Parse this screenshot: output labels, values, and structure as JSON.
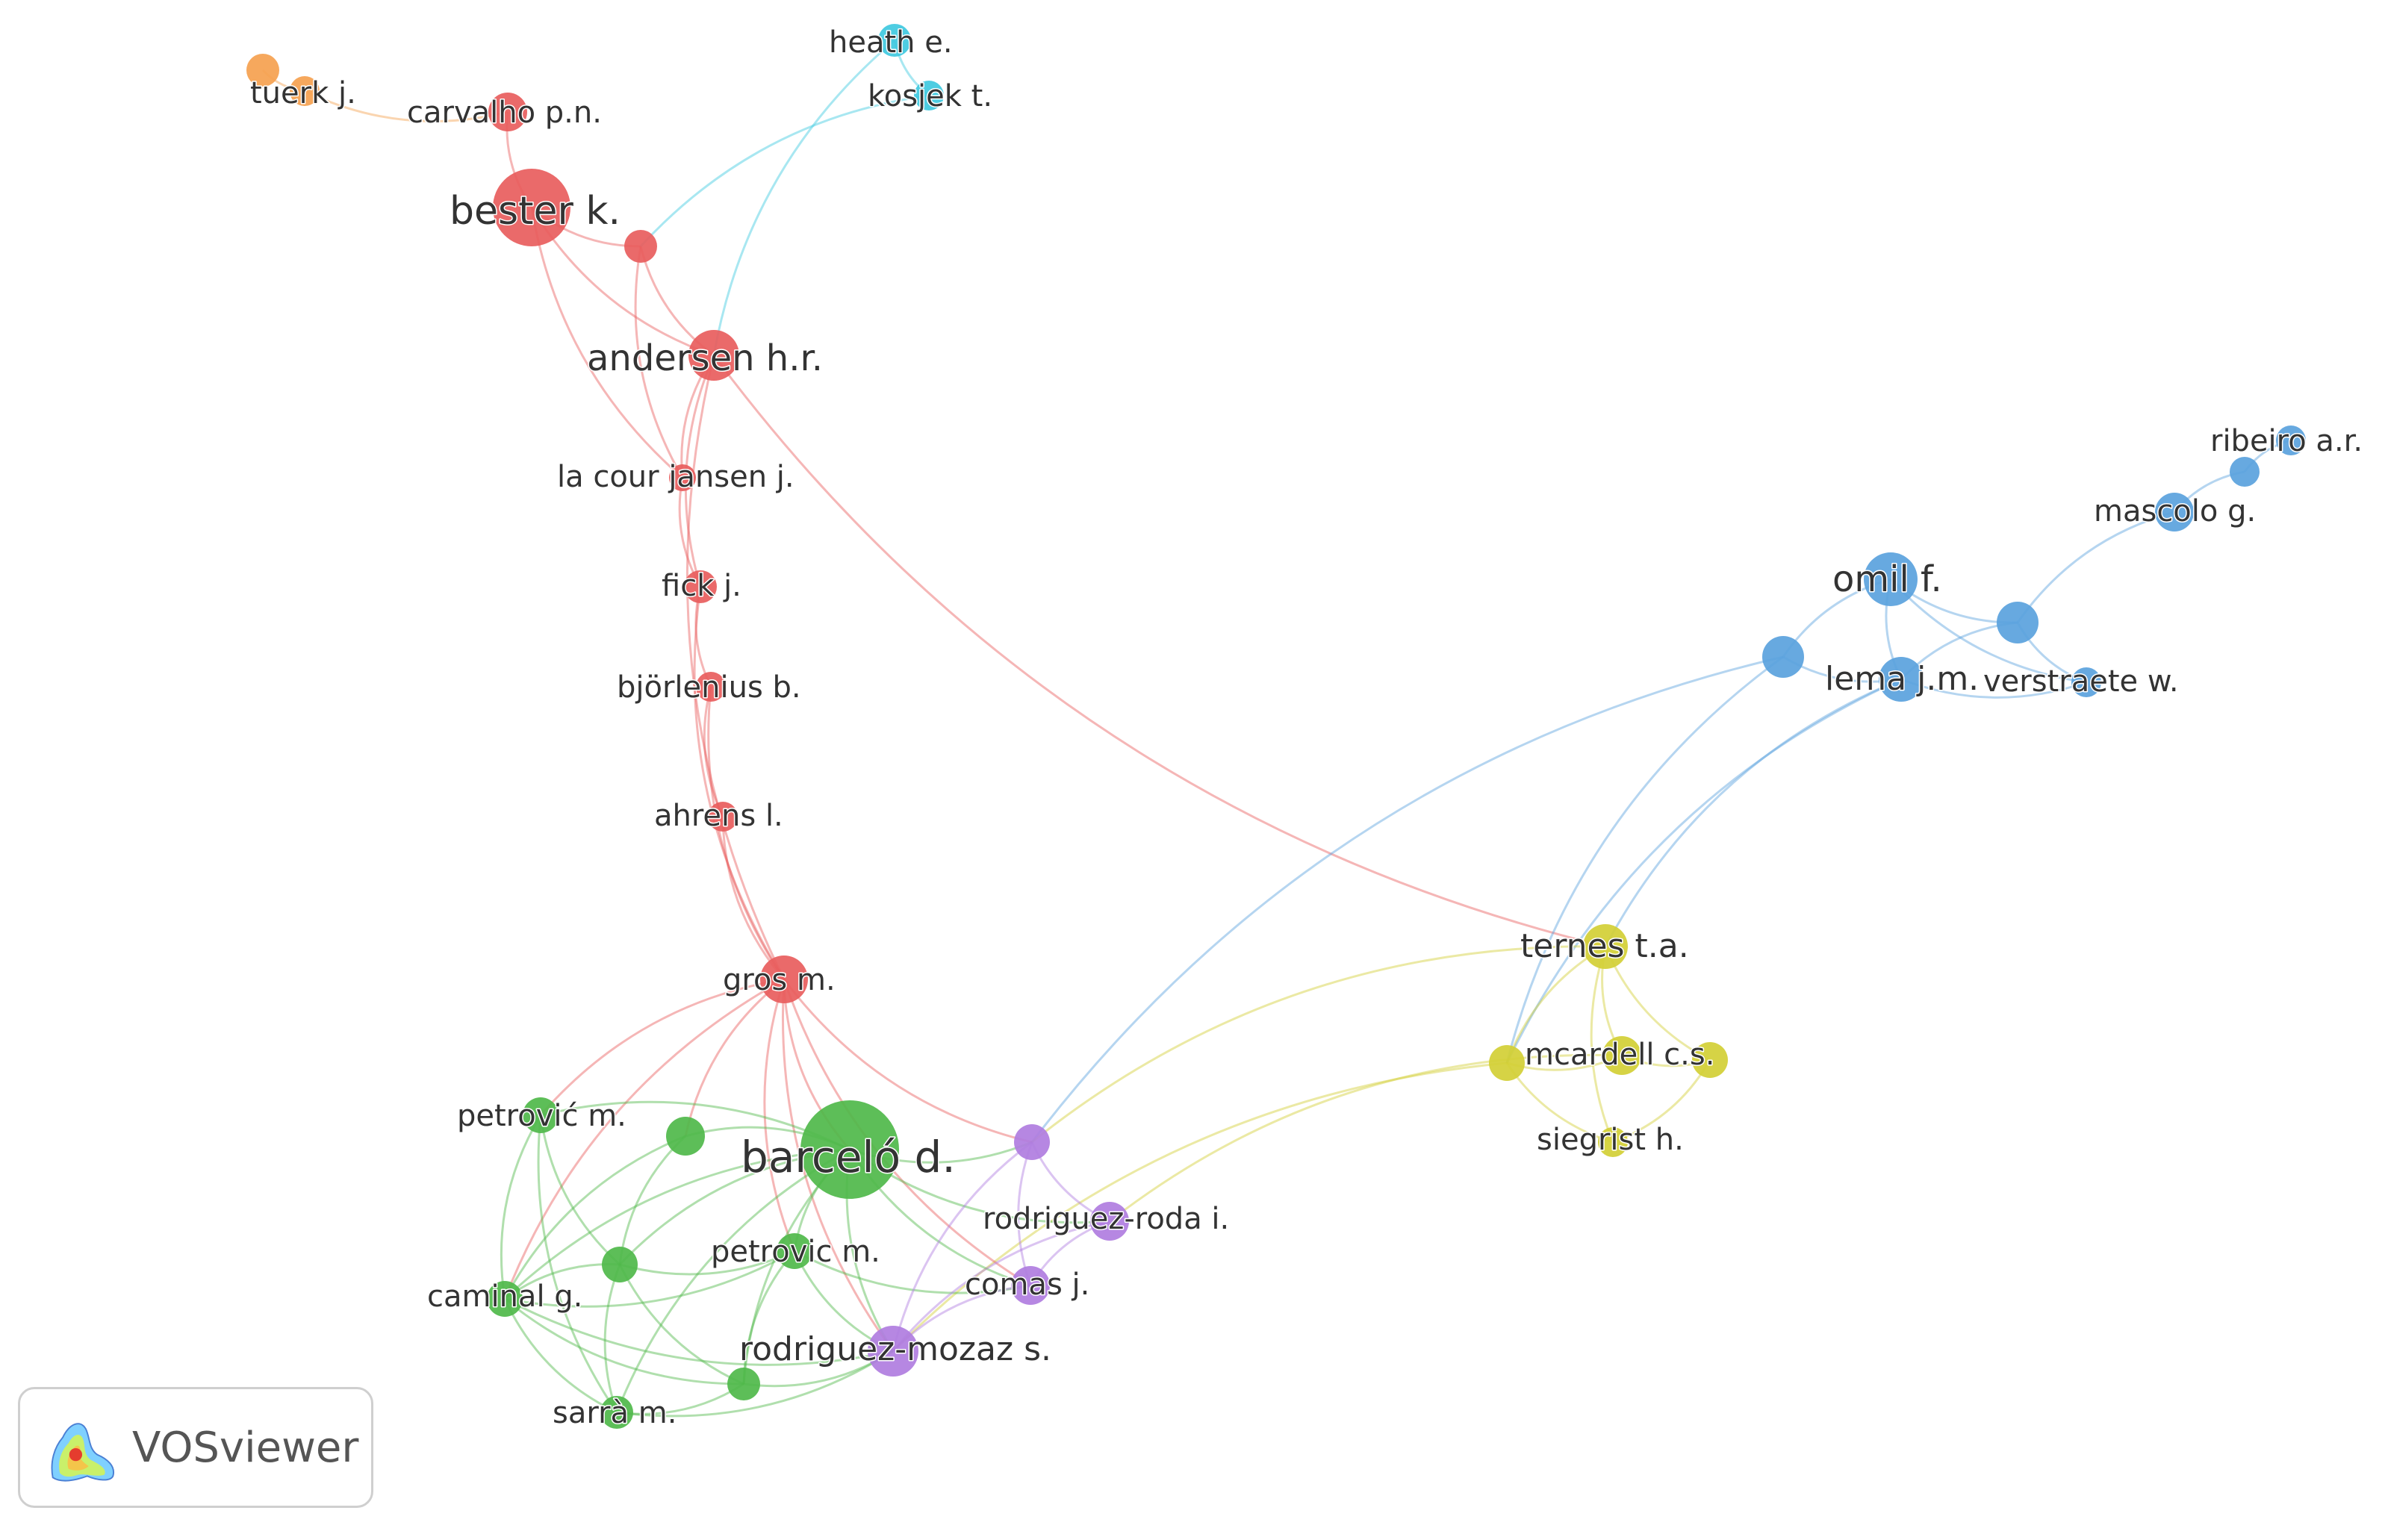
{
  "clusters": {
    "c1": "#e85d5d",
    "c2": "#4fb84a",
    "c3": "#5aa2dd",
    "c4": "#d2cf35",
    "c5": "#b07ddf",
    "c6": "#3fc9e0",
    "c7": "#f5a14f"
  },
  "nodes": [
    {
      "id": "tuerk",
      "label": "tuerk j.",
      "cluster": "c7"
    },
    {
      "id": "tuerk2",
      "label": "",
      "cluster": "c7"
    },
    {
      "id": "carvalho",
      "label": "carvalho p.n.",
      "cluster": "c1"
    },
    {
      "id": "bester",
      "label": "bester k.",
      "cluster": "c1"
    },
    {
      "id": "r_small",
      "label": "",
      "cluster": "c1"
    },
    {
      "id": "andersen",
      "label": "andersen h.r.",
      "cluster": "c1"
    },
    {
      "id": "lacour",
      "label": "la cour jansen j.",
      "cluster": "c1"
    },
    {
      "id": "fick",
      "label": "fick j.",
      "cluster": "c1"
    },
    {
      "id": "bjorlenius",
      "label": "björlenius b.",
      "cluster": "c1"
    },
    {
      "id": "ahrens",
      "label": "ahrens l.",
      "cluster": "c1"
    },
    {
      "id": "gros",
      "label": "gros m.",
      "cluster": "c1"
    },
    {
      "id": "heath",
      "label": "heath e.",
      "cluster": "c6"
    },
    {
      "id": "kosjek",
      "label": "kosjek t.",
      "cluster": "c6"
    },
    {
      "id": "ribeiro",
      "label": "ribeiro a.r.",
      "cluster": "c3"
    },
    {
      "id": "b_small",
      "label": "",
      "cluster": "c3"
    },
    {
      "id": "mascolo",
      "label": "mascolo g.",
      "cluster": "c3"
    },
    {
      "id": "omil",
      "label": "omil f.",
      "cluster": "c3"
    },
    {
      "id": "b_mid",
      "label": "",
      "cluster": "c3"
    },
    {
      "id": "b_left",
      "label": "",
      "cluster": "c3"
    },
    {
      "id": "lema",
      "label": "lema j.m.",
      "cluster": "c3"
    },
    {
      "id": "verstraete",
      "label": "verstraete w.",
      "cluster": "c3"
    },
    {
      "id": "ternes",
      "label": "ternes t.a.",
      "cluster": "c4"
    },
    {
      "id": "y_left",
      "label": "",
      "cluster": "c4"
    },
    {
      "id": "mcardell",
      "label": "mcardell c.s.",
      "cluster": "c4"
    },
    {
      "id": "y_right",
      "label": "",
      "cluster": "c4"
    },
    {
      "id": "siegrist",
      "label": "siegrist h.",
      "cluster": "c4"
    },
    {
      "id": "barcelo",
      "label": "barceló d.",
      "cluster": "c2"
    },
    {
      "id": "petrovic1",
      "label": "petrović m.",
      "cluster": "c2"
    },
    {
      "id": "g_small",
      "label": "",
      "cluster": "c2"
    },
    {
      "id": "petrovic2",
      "label": "petrovic m.",
      "cluster": "c2"
    },
    {
      "id": "g_mid",
      "label": "",
      "cluster": "c2"
    },
    {
      "id": "caminal",
      "label": "caminal g.",
      "cluster": "c2"
    },
    {
      "id": "g_low",
      "label": "",
      "cluster": "c2"
    },
    {
      "id": "sarra",
      "label": "sarrà m.",
      "cluster": "c2"
    },
    {
      "id": "p_top",
      "label": "",
      "cluster": "c5"
    },
    {
      "id": "rodroda",
      "label": "rodriguez-roda i.",
      "cluster": "c5"
    },
    {
      "id": "comas",
      "label": "comas j.",
      "cluster": "c5"
    },
    {
      "id": "rodmozaz",
      "label": "rodriguez-mozaz s.",
      "cluster": "c5"
    }
  ],
  "links": [
    [
      "tuerk",
      "tuerk2"
    ],
    [
      "tuerk2",
      "carvalho"
    ],
    [
      "carvalho",
      "bester"
    ],
    [
      "bester",
      "r_small"
    ],
    [
      "bester",
      "andersen"
    ],
    [
      "r_small",
      "andersen"
    ],
    [
      "andersen",
      "lacour"
    ],
    [
      "r_small",
      "lacour"
    ],
    [
      "bester",
      "lacour"
    ],
    [
      "lacour",
      "fick"
    ],
    [
      "andersen",
      "fick"
    ],
    [
      "fick",
      "bjorlenius"
    ],
    [
      "bjorlenius",
      "ahrens"
    ],
    [
      "ahrens",
      "gros"
    ],
    [
      "bjorlenius",
      "gros"
    ],
    [
      "andersen",
      "gros"
    ],
    [
      "fick",
      "gros"
    ],
    [
      "heath",
      "kosjek"
    ],
    [
      "heath",
      "andersen"
    ],
    [
      "kosjek",
      "r_small"
    ],
    [
      "andersen",
      "ternes"
    ],
    [
      "ribeiro",
      "b_small"
    ],
    [
      "b_small",
      "mascolo"
    ],
    [
      "mascolo",
      "b_mid"
    ],
    [
      "omil",
      "b_mid"
    ],
    [
      "omil",
      "lema"
    ],
    [
      "omil",
      "b_left"
    ],
    [
      "b_mid",
      "lema"
    ],
    [
      "b_mid",
      "verstraete"
    ],
    [
      "lema",
      "verstraete"
    ],
    [
      "b_left",
      "lema"
    ],
    [
      "omil",
      "verstraete"
    ],
    [
      "b_left",
      "y_left"
    ],
    [
      "lema",
      "ternes"
    ],
    [
      "b_left",
      "p_top"
    ],
    [
      "lema",
      "y_left"
    ],
    [
      "ternes",
      "y_left"
    ],
    [
      "ternes",
      "mcardell"
    ],
    [
      "ternes",
      "y_right"
    ],
    [
      "ternes",
      "siegrist"
    ],
    [
      "y_left",
      "mcardell"
    ],
    [
      "mcardell",
      "y_right"
    ],
    [
      "y_left",
      "siegrist"
    ],
    [
      "siegrist",
      "y_right"
    ],
    [
      "y_left",
      "rodmozaz"
    ],
    [
      "mcardell",
      "rodroda"
    ],
    [
      "ternes",
      "p_top"
    ],
    [
      "gros",
      "barcelo"
    ],
    [
      "gros",
      "petrovic1"
    ],
    [
      "gros",
      "g_small"
    ],
    [
      "gros",
      "petrovic2"
    ],
    [
      "gros",
      "p_top"
    ],
    [
      "gros",
      "caminal"
    ],
    [
      "gros",
      "rodmozaz"
    ],
    [
      "gros",
      "comas"
    ],
    [
      "barcelo",
      "petrovic1"
    ],
    [
      "barcelo",
      "g_small"
    ],
    [
      "barcelo",
      "petrovic2"
    ],
    [
      "barcelo",
      "g_mid"
    ],
    [
      "barcelo",
      "caminal"
    ],
    [
      "barcelo",
      "sarra"
    ],
    [
      "barcelo",
      "g_low"
    ],
    [
      "barcelo",
      "rodmozaz"
    ],
    [
      "barcelo",
      "rodroda"
    ],
    [
      "barcelo",
      "comas"
    ],
    [
      "barcelo",
      "p_top"
    ],
    [
      "petrovic1",
      "caminal"
    ],
    [
      "petrovic1",
      "g_mid"
    ],
    [
      "g_small",
      "g_mid"
    ],
    [
      "g_small",
      "caminal"
    ],
    [
      "g_mid",
      "caminal"
    ],
    [
      "g_mid",
      "petrovic2"
    ],
    [
      "g_mid",
      "sarra"
    ],
    [
      "g_mid",
      "g_low"
    ],
    [
      "caminal",
      "sarra"
    ],
    [
      "caminal",
      "g_low"
    ],
    [
      "caminal",
      "petrovic2"
    ],
    [
      "caminal",
      "rodmozaz"
    ],
    [
      "petrovic2",
      "g_low"
    ],
    [
      "petrovic2",
      "rodmozaz"
    ],
    [
      "sarra",
      "g_low"
    ],
    [
      "sarra",
      "rodmozaz"
    ],
    [
      "g_low",
      "rodmozaz"
    ],
    [
      "petrovic2",
      "comas"
    ],
    [
      "petrovic1",
      "sarra"
    ],
    [
      "p_top",
      "rodroda"
    ],
    [
      "p_top",
      "comas"
    ],
    [
      "p_top",
      "rodmozaz"
    ],
    [
      "rodroda",
      "comas"
    ],
    [
      "comas",
      "rodmozaz"
    ],
    [
      "rodroda",
      "rodmozaz"
    ]
  ],
  "brand": {
    "name": "VOSviewer"
  }
}
